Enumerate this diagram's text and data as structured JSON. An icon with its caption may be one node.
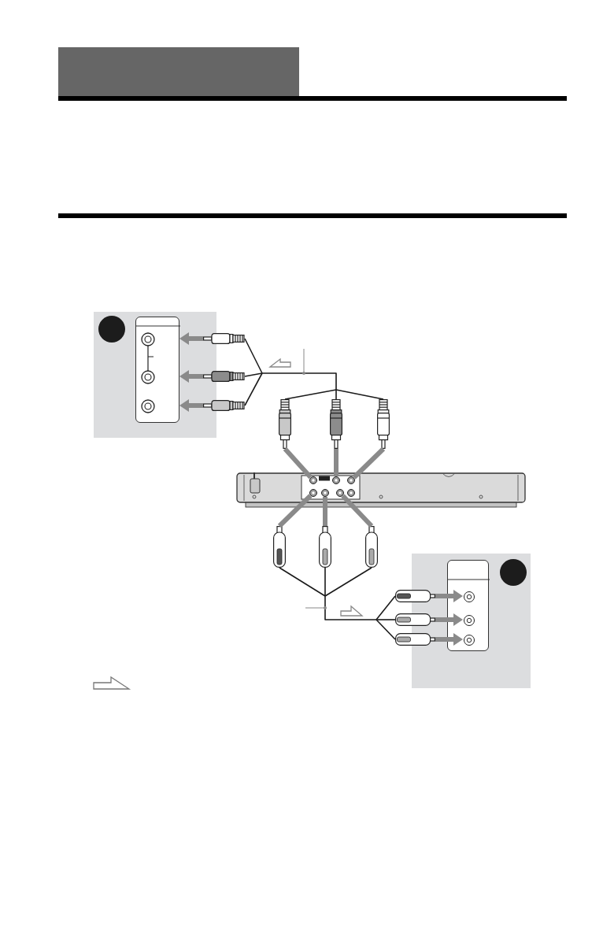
{
  "diagram": {
    "nodes": [
      {
        "text": [],
        "shape": "box"
      },
      {
        "text": [],
        "shape": "circle",
        "in": 0
      },
      {
        "text": [],
        "shape": "box",
        "in": 0
      },
      {
        "text": [],
        "shape": "picture"
      },
      {
        "text": [],
        "shape": "picture"
      },
      {
        "text": [],
        "shape": "picture"
      },
      {
        "text": [],
        "shape": "picture"
      },
      {
        "text": [],
        "shape": "picture"
      },
      {
        "text": [],
        "shape": "picture"
      },
      {
        "text": [],
        "shape": "picture"
      },
      {
        "text": [],
        "shape": "circle",
        "in": 9
      },
      {
        "text": [],
        "shape": "circle",
        "in": 9
      },
      {
        "text": [],
        "shape": "circle",
        "in": 9
      },
      {
        "text": [],
        "shape": "circle",
        "in": 9
      },
      {
        "text": [],
        "shape": "circle",
        "in": 9
      },
      {
        "text": [],
        "shape": "circle",
        "in": 9
      },
      {
        "text": [],
        "shape": "circle",
        "in": 9
      },
      {
        "text": [],
        "shape": "picture"
      },
      {
        "text": [],
        "shape": "picture"
      },
      {
        "text": [],
        "shape": "picture"
      },
      {
        "text": [],
        "shape": "box"
      },
      {
        "text": [],
        "shape": "box",
        "in": 20
      },
      {
        "text": [],
        "shape": "circle",
        "in": 20
      },
      {
        "text": [],
        "shape": "circle",
        "in": 21
      },
      {
        "text": [],
        "shape": "circle",
        "in": 21
      },
      {
        "text": [],
        "shape": "circle",
        "in": 21
      },
      {
        "text": [],
        "shape": "picture"
      },
      {
        "text": [],
        "shape": "picture"
      },
      {
        "text": [],
        "shape": "picture"
      }
    ],
    "edges": [
      {
        "from": 3,
        "to": 2,
        "arrow": "to",
        "style": "thick",
        "color": "#8a8a8a"
      },
      {
        "from": 4,
        "to": 2,
        "arrow": "to",
        "style": "thick",
        "color": "#8a8a8a"
      },
      {
        "from": 5,
        "to": 2,
        "arrow": "to",
        "style": "thick",
        "color": "#8a8a8a"
      },
      {
        "from": 3,
        "to": 6,
        "arrow": "none"
      },
      {
        "from": 3,
        "to": 7,
        "arrow": "none"
      },
      {
        "from": 3,
        "to": 8,
        "arrow": "none"
      },
      {
        "from": 4,
        "to": 6,
        "arrow": "none"
      },
      {
        "from": 4,
        "to": 7,
        "arrow": "none"
      },
      {
        "from": 4,
        "to": 8,
        "arrow": "none"
      },
      {
        "from": 5,
        "to": 6,
        "arrow": "none"
      },
      {
        "from": 5,
        "to": 7,
        "arrow": "none"
      },
      {
        "from": 5,
        "to": 8,
        "arrow": "none"
      },
      {
        "from": 6,
        "to": 10,
        "arrow": "none",
        "style": "thick",
        "color": "#8a8a8a"
      },
      {
        "from": 7,
        "to": 11,
        "arrow": "none",
        "style": "thick",
        "color": "#8a8a8a"
      },
      {
        "from": 8,
        "to": 12,
        "arrow": "none",
        "style": "thick",
        "color": "#8a8a8a"
      },
      {
        "from": 13,
        "to": 17,
        "arrow": "none",
        "style": "thick",
        "color": "#8a8a8a"
      },
      {
        "from": 14,
        "to": 18,
        "arrow": "none",
        "style": "thick",
        "color": "#8a8a8a"
      },
      {
        "from": 15,
        "to": 19,
        "arrow": "none",
        "style": "thick",
        "color": "#8a8a8a"
      },
      {
        "from": 17,
        "to": 26,
        "arrow": "none"
      },
      {
        "from": 17,
        "to": 27,
        "arrow": "none"
      },
      {
        "from": 17,
        "to": 28,
        "arrow": "none"
      },
      {
        "from": 18,
        "to": 26,
        "arrow": "none"
      },
      {
        "from": 18,
        "to": 27,
        "arrow": "none"
      },
      {
        "from": 18,
        "to": 28,
        "arrow": "none"
      },
      {
        "from": 19,
        "to": 26,
        "arrow": "none"
      },
      {
        "from": 19,
        "to": 27,
        "arrow": "none"
      },
      {
        "from": 19,
        "to": 28,
        "arrow": "none"
      },
      {
        "from": 26,
        "to": 23,
        "arrow": "to",
        "style": "thick",
        "color": "#8a8a8a"
      },
      {
        "from": 27,
        "to": 24,
        "arrow": "to",
        "style": "thick",
        "color": "#8a8a8a"
      },
      {
        "from": 28,
        "to": 25,
        "arrow": "to",
        "style": "thick",
        "color": "#8a8a8a"
      }
    ]
  }
}
